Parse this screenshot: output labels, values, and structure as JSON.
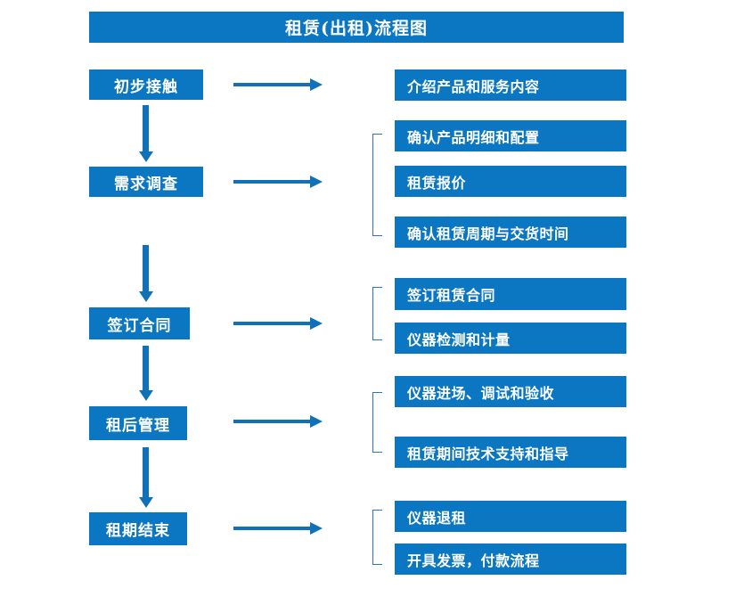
{
  "title": {
    "text": "租赁(出租)流程图"
  },
  "colors": {
    "box_fill": "#0B77C2",
    "arrow": "#1071B8",
    "bracket": "#2E75B6",
    "text": "#FFFFFF",
    "background": "#FFFFFF"
  },
  "stages": [
    {
      "id": "initial-contact",
      "label": "初步接触"
    },
    {
      "id": "demand-survey",
      "label": "需求调查"
    },
    {
      "id": "sign-contract",
      "label": "签订合同"
    },
    {
      "id": "post-rental-mgmt",
      "label": "租后管理"
    },
    {
      "id": "rental-end",
      "label": "租期结束"
    }
  ],
  "details": [
    {
      "id": "d1",
      "label": "介绍产品和服务内容"
    },
    {
      "id": "d2",
      "label": "确认产品明细和配置"
    },
    {
      "id": "d3",
      "label": "租赁报价"
    },
    {
      "id": "d4",
      "label": "确认租赁周期与交货时间"
    },
    {
      "id": "d5",
      "label": "签订租赁合同"
    },
    {
      "id": "d6",
      "label": "仪器检测和计量"
    },
    {
      "id": "d7",
      "label": "仪器进场、调试和验收"
    },
    {
      "id": "d8",
      "label": "租赁期间技术支持和指导"
    },
    {
      "id": "d9",
      "label": "仪器退租"
    },
    {
      "id": "d10",
      "label": "开具发票，付款流程"
    }
  ]
}
